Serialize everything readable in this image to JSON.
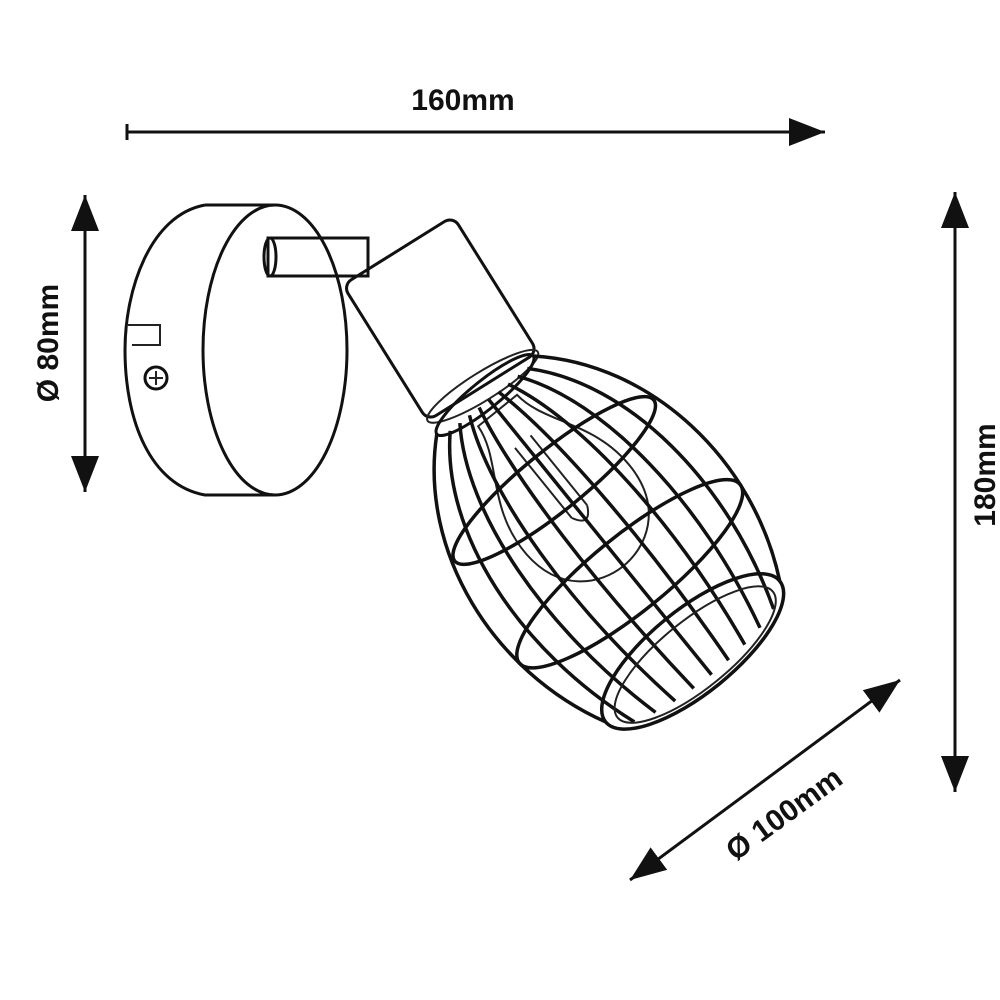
{
  "dimensions": {
    "width_label": "160mm",
    "plate_diameter_label": "Ø 80mm",
    "height_label": "180mm",
    "shade_diameter_label": "Ø 100mm"
  },
  "colors": {
    "line": "#111111",
    "background": "#ffffff"
  }
}
